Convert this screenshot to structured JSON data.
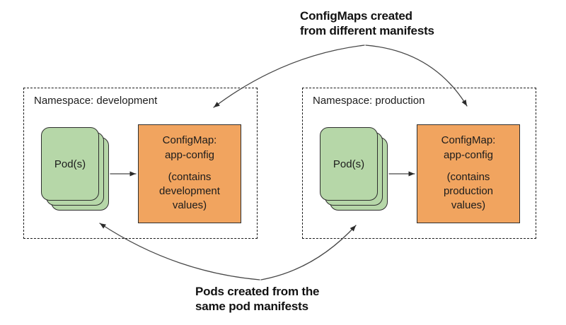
{
  "annotations": {
    "top": "ConfigMaps created\nfrom different manifests",
    "bottom": "Pods created from the\nsame pod manifests"
  },
  "namespaces": [
    {
      "label": "Namespace: development",
      "pod_label": "Pod(s)",
      "configmap_title": "ConfigMap:\napp-config",
      "configmap_note": "(contains\ndevelopment\nvalues)"
    },
    {
      "label": "Namespace: production",
      "pod_label": "Pod(s)",
      "configmap_title": "ConfigMap:\napp-config",
      "configmap_note": "(contains\nproduction\nvalues)"
    }
  ],
  "colors": {
    "pod_fill": "#b6d7a8",
    "configmap_fill": "#f1a45f",
    "outline": "#2e2e2e",
    "arrow": "#474747"
  }
}
